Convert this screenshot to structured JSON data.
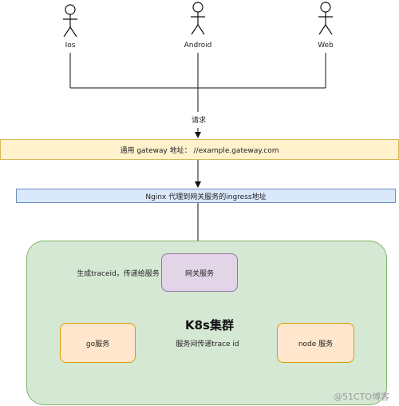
{
  "actors": [
    {
      "label": "Ios"
    },
    {
      "label": "Android"
    },
    {
      "label": "Web"
    }
  ],
  "request_label": "请求",
  "gateway_bar": {
    "text": "通用 gateway 地址： //example.gateway.com",
    "fill": "#fff2cc",
    "stroke": "#d6b656"
  },
  "nginx_bar": {
    "text": "Nginx 代理到网关服务的ingress地址",
    "fill": "#dae8fc",
    "stroke": "#6c8ebf"
  },
  "k8s_cluster": {
    "title": "K8s集群",
    "fill": "#d5e8d4",
    "stroke": "#82b366"
  },
  "gateway_service": {
    "text": "网关服务",
    "fill": "#e1d5e7",
    "stroke": "#9673a6"
  },
  "go_service": {
    "text": "go服务",
    "fill": "#ffe6cc",
    "stroke": "#d79b00"
  },
  "node_service": {
    "text": "node 服务",
    "fill": "#ffe6cc",
    "stroke": "#d79b00"
  },
  "edge_labels": {
    "trace_gen": "生成traceid，传递给服务",
    "trace_pass": "服务间传递trace id"
  },
  "watermark": "@51CTO博客"
}
